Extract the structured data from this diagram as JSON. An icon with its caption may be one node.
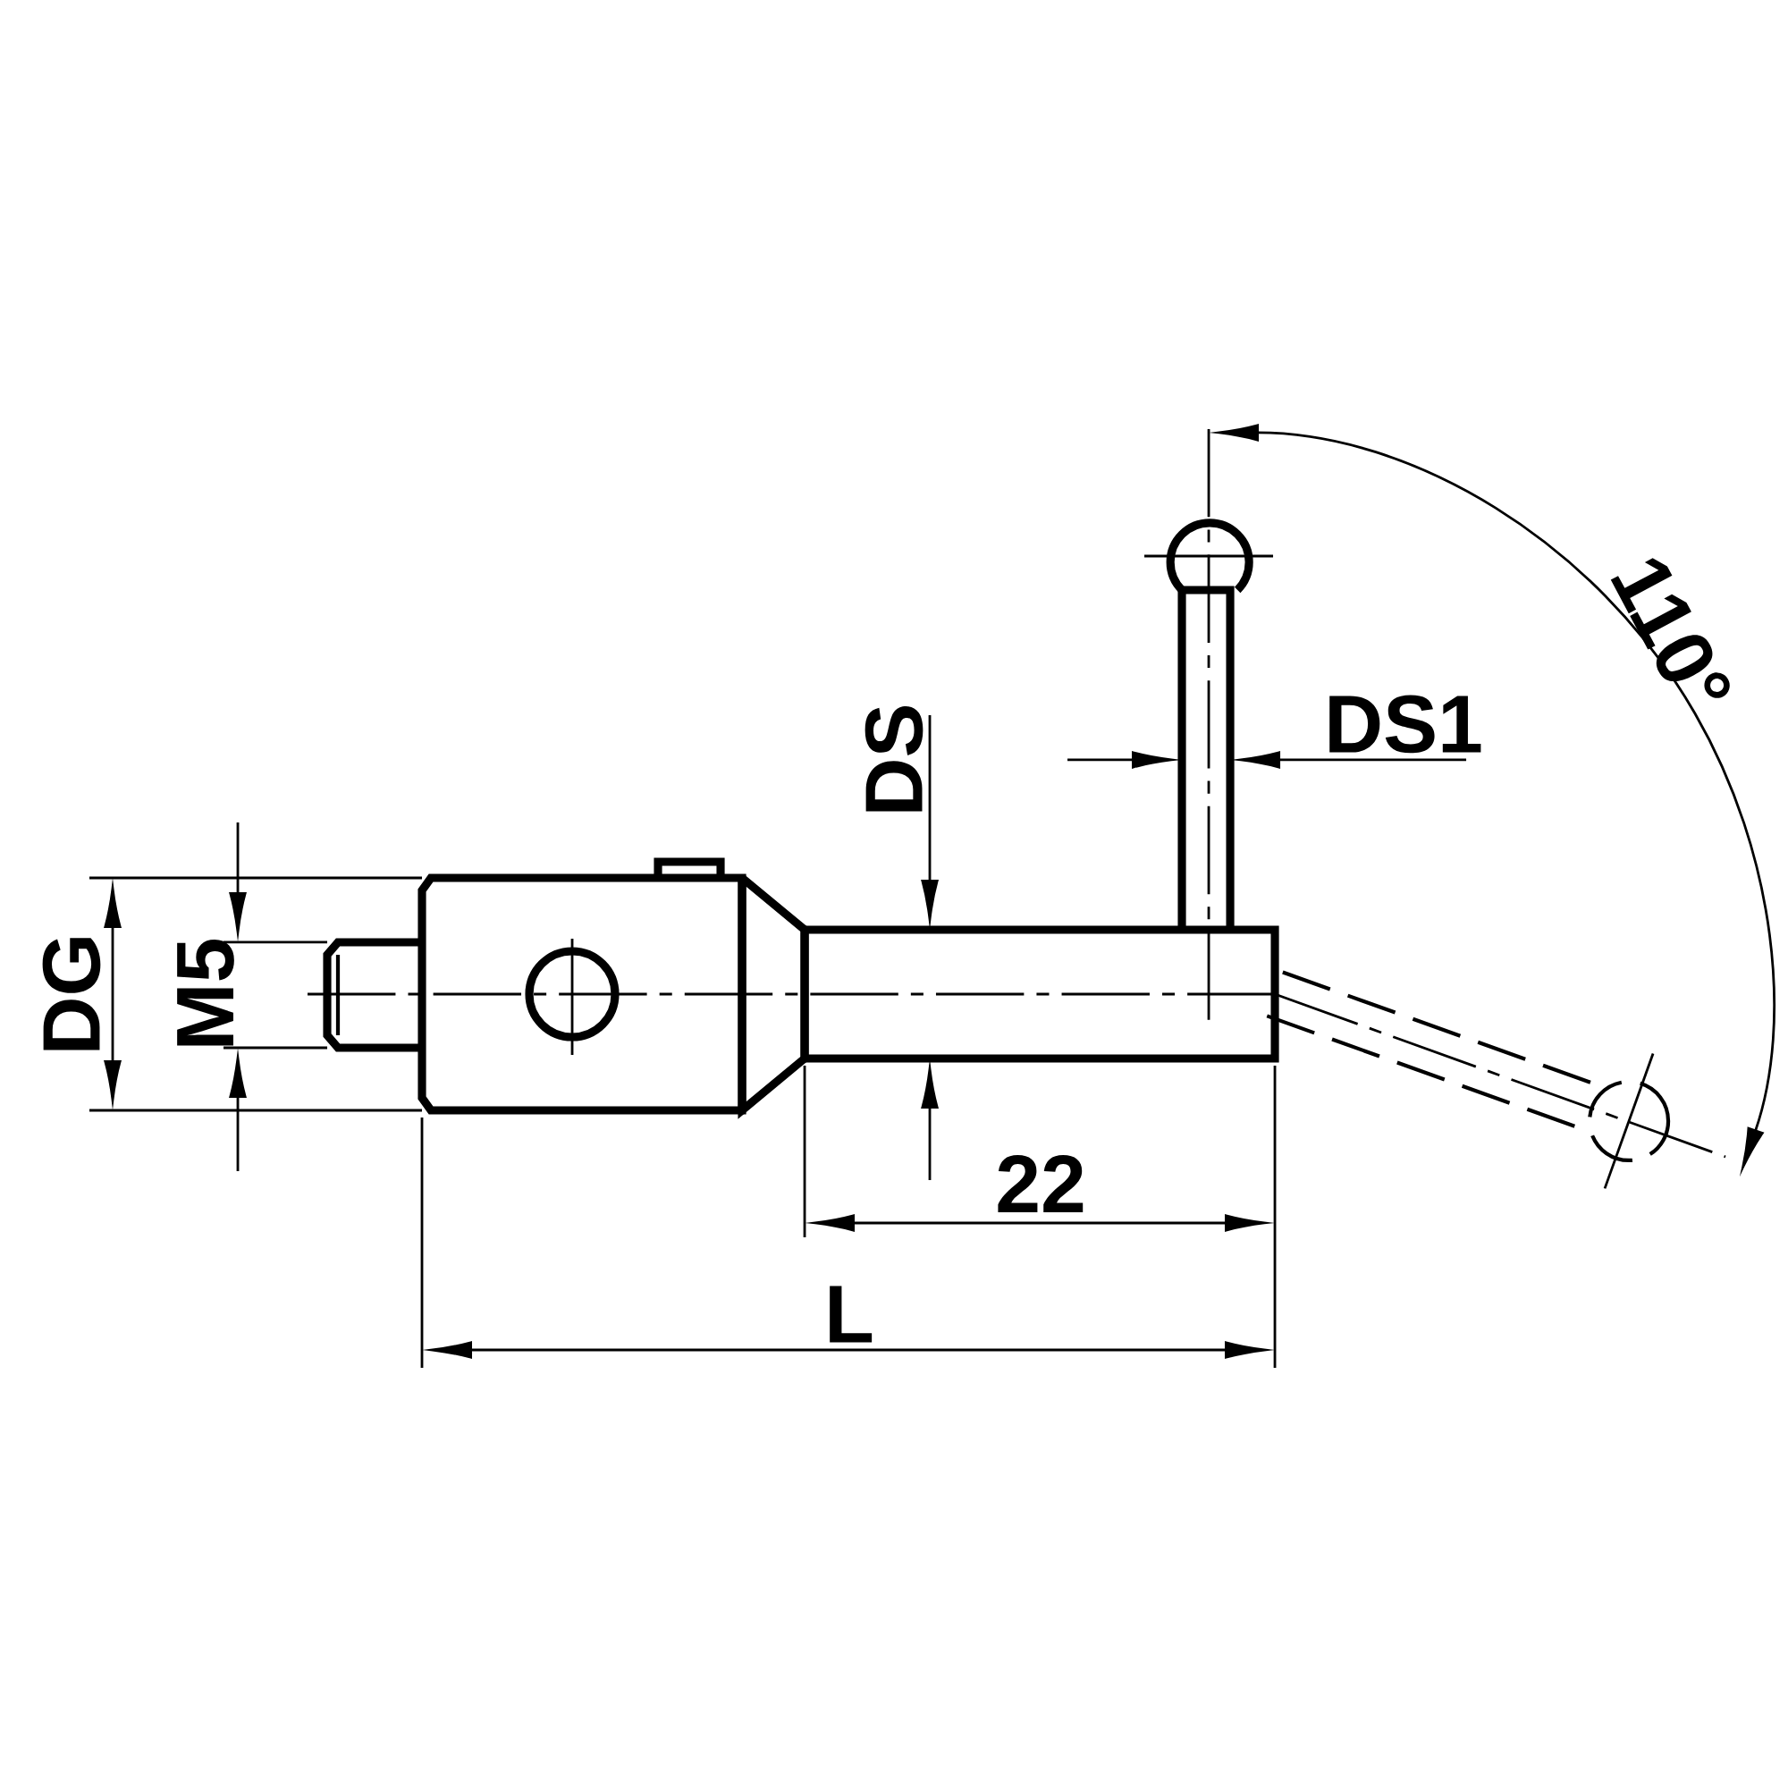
{
  "diagram": {
    "labels": [
      "110°",
      "DS1",
      "DS",
      "DG",
      "M5",
      "22",
      "L"
    ]
  }
}
